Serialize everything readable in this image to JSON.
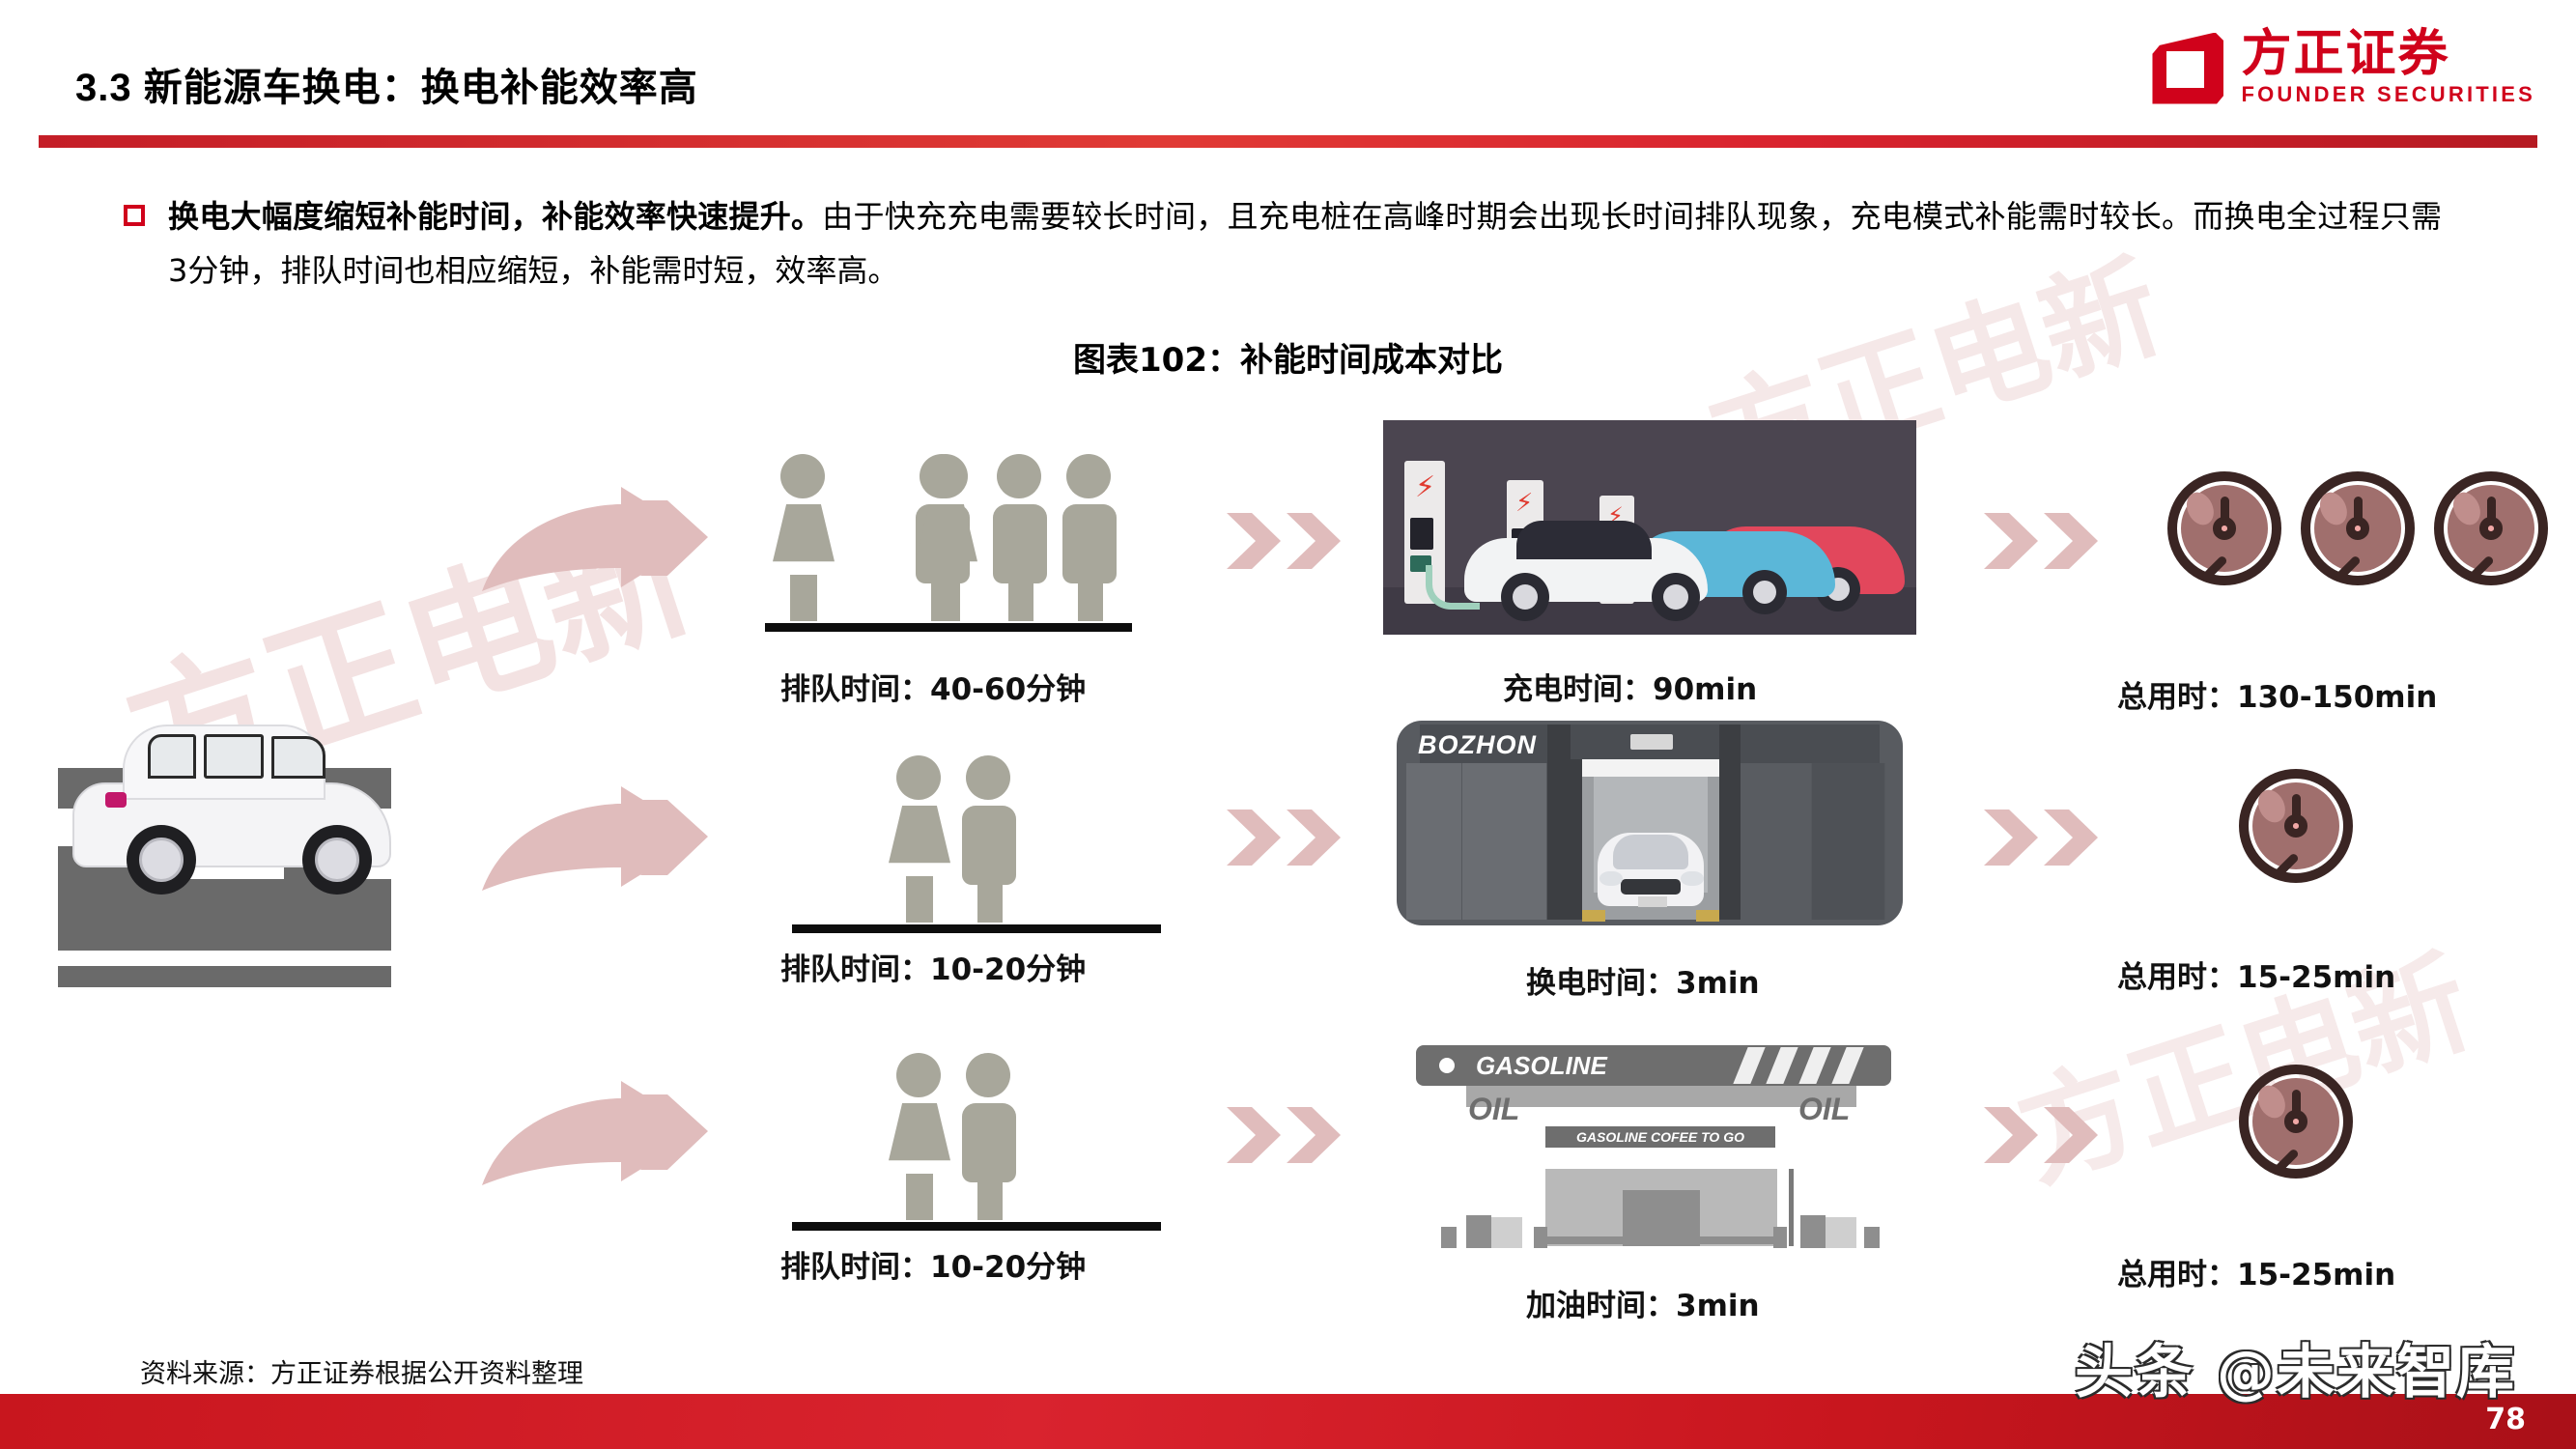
{
  "header": {
    "section_title": "3.3 新能源车换电：换电补能效率高",
    "logo_cn": "方正证券",
    "logo_en": "FOUNDER SECURITIES",
    "brand_red": "#d0021b"
  },
  "body": {
    "bullet_bold": "换电大幅度缩短补能时间，补能效率快速提升。",
    "bullet_rest": "由于快充充电需要较长时间，且充电桩在高峰时期会出现长时间排队现象，充电模式补能需时较长。而换电全过程只需3分钟，排队时间也相应缩短，补能需时短，效率高。"
  },
  "figure": {
    "title": "图表102：补能时间成本对比",
    "rows": [
      {
        "mode": "charging",
        "queue_label": "排队时间：40-60分钟",
        "service_label": "充电时间：90min",
        "total_label": "总用时：130-150min",
        "people_count": 5,
        "photo_name": "ev-charging-station-photo",
        "clock_count": 3
      },
      {
        "mode": "battery-swap",
        "queue_label": "排队时间：10-20分钟",
        "service_label": "换电时间：3min",
        "total_label": "总用时：15-25min",
        "people_count": 2,
        "photo_name": "battery-swap-station-photo",
        "photo_brand": "BOZHON",
        "clock_count": 1
      },
      {
        "mode": "refuel",
        "queue_label": "排队时间：10-20分钟",
        "service_label": "加油时间：3min",
        "total_label": "总用时：15-25min",
        "people_count": 2,
        "photo_name": "gas-station-photo",
        "clock_count": 1
      }
    ],
    "gas_station": {
      "canopy_label": "GASOLINE",
      "oil_left": "OIL",
      "oil_right": "OIL",
      "band_label": "GASOLINE COFEE TO GO"
    },
    "colors": {
      "arrow_pink": "#e0bcbc",
      "people_gray": "#a8a79b",
      "clock_face": "#a06f6d",
      "clock_outline": "#3a2523"
    }
  },
  "watermarks": {
    "text": "方正电新",
    "footer_text": "头条 @未来智库"
  },
  "footer": {
    "source": "资料来源：方正证券根据公开资料整理",
    "page_number": "78"
  }
}
